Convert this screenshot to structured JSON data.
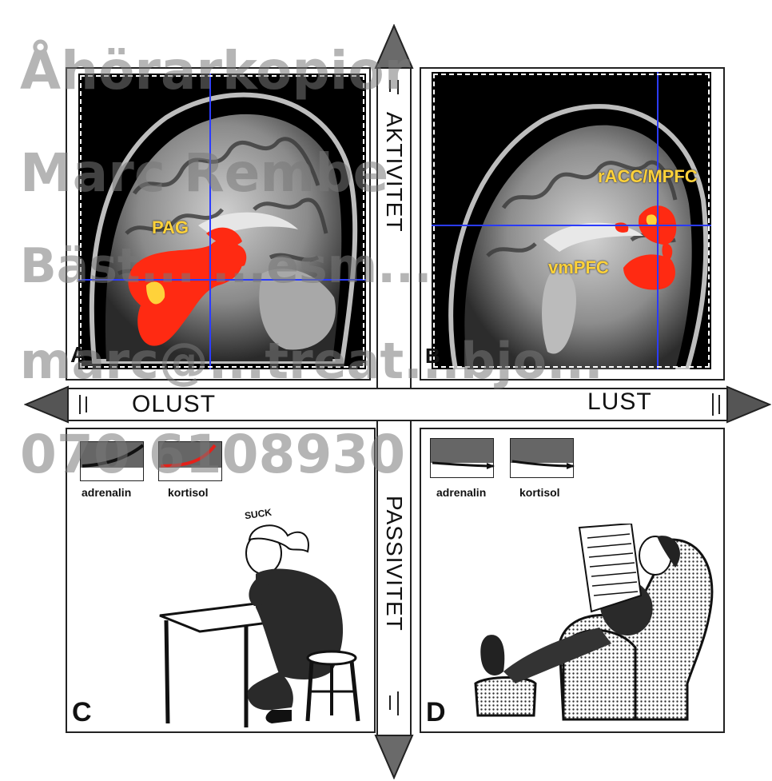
{
  "axes": {
    "top": "AKTIVITET",
    "bottom": "PASSIVITET",
    "left": "OLUST",
    "right": "LUST"
  },
  "panels": {
    "a": {
      "letter": "A",
      "region_labels": [
        "PAG"
      ]
    },
    "b": {
      "letter": "B",
      "region_labels": [
        "rACC/MPFC",
        "vmPFC"
      ]
    },
    "c": {
      "letter": "C",
      "gauges": [
        "adrenalin",
        "kortisol"
      ],
      "sound": "SUCK"
    },
    "d": {
      "letter": "D",
      "gauges": [
        "adrenalin",
        "kortisol"
      ]
    }
  },
  "watermark": {
    "line1": "Åhörarkopior",
    "line2": "Marc Rembe",
    "line3": "Bäst... ...esm...",
    "line4": "marc@...treat...bjo...",
    "line5": "070 6108930"
  },
  "colors": {
    "activation": "#ff2a12",
    "highlight": "#ffd23a",
    "crosshair": "#2b3cff"
  }
}
